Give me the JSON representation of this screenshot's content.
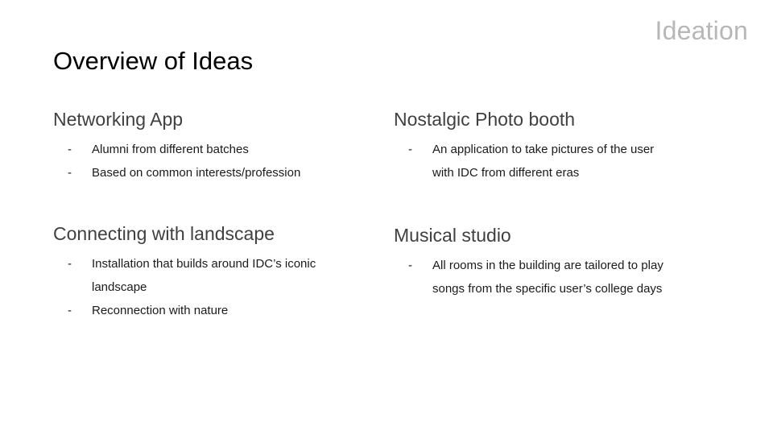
{
  "slide": {
    "label": "Ideation",
    "title": "Overview of Ideas"
  },
  "sections": [
    {
      "heading": "Networking App",
      "bullets": [
        "Alumni from different batches",
        "Based on common interests/profession"
      ]
    },
    {
      "heading": "Nostalgic Photo booth",
      "bullets": [
        "An application to take pictures of the user with IDC from different eras"
      ]
    },
    {
      "heading": "Connecting with landscape",
      "bullets": [
        "Installation that builds around  IDC’s iconic landscape",
        "Reconnection with nature"
      ]
    },
    {
      "heading": "Musical studio",
      "bullets": [
        "All rooms in the building are tailored to play songs from the specific user’s college days"
      ]
    }
  ],
  "bullet_marker": "-",
  "colors": {
    "label": "#b7b7b7",
    "title": "#000000",
    "heading": "#404040",
    "body": "#1a1a1a"
  }
}
